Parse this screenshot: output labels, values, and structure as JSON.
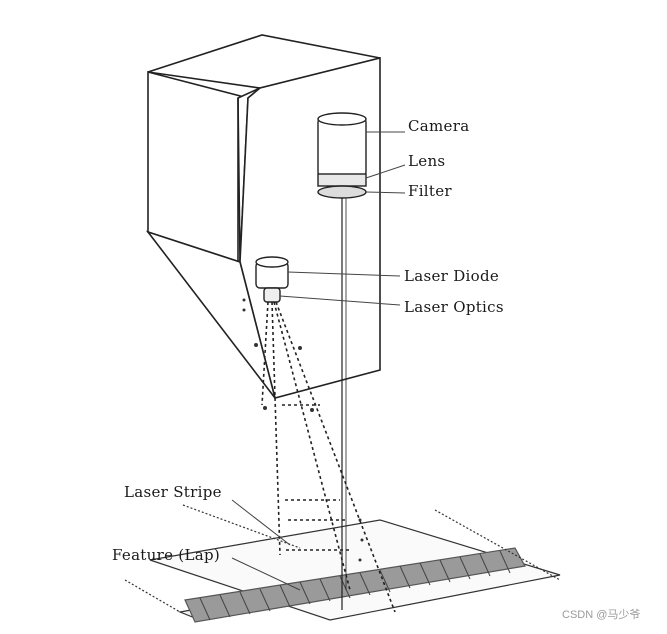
{
  "diagram": {
    "labels": {
      "camera": "Camera",
      "lens": "Lens",
      "filter": "Filter",
      "laser_diode": "Laser Diode",
      "laser_optics": "Laser Optics",
      "laser_stripe": "Laser Stripe",
      "feature": "Feature (Lap)"
    },
    "watermark": "CSDN @马少爷"
  }
}
